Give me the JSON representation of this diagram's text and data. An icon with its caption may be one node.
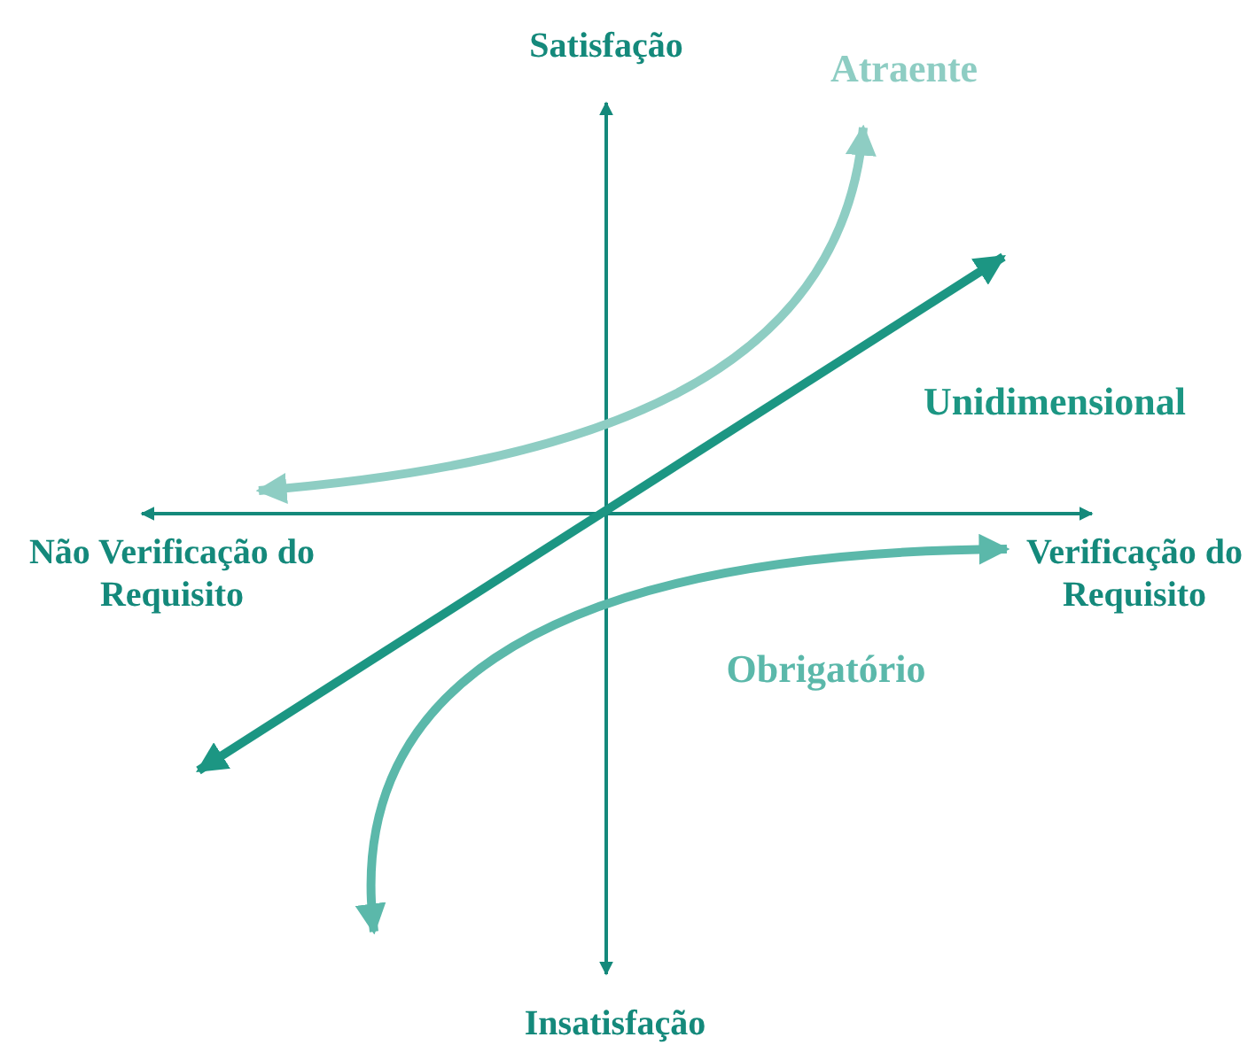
{
  "diagram": {
    "labels": [
      "Satisfação",
      "Atraente",
      "Unidimensional",
      "Não Verificação do Requisito",
      "Verificação do Requisito",
      "Obrigatório",
      "Insatisfação"
    ]
  }
}
